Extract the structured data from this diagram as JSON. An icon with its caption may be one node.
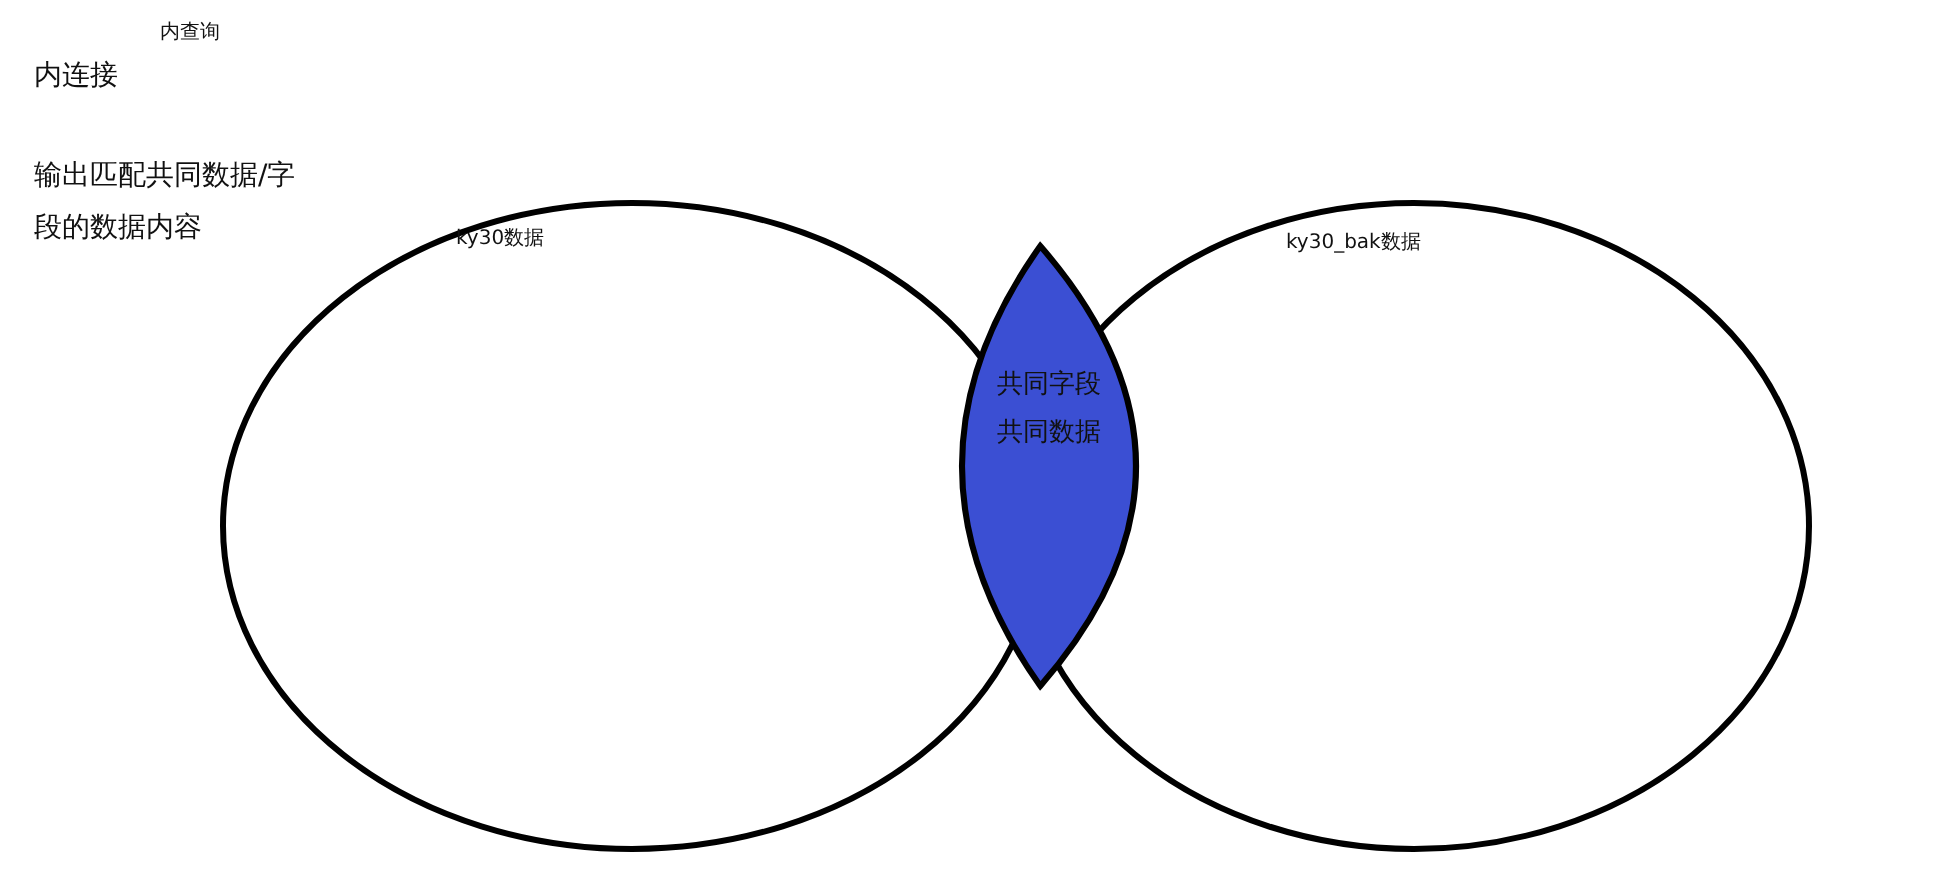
{
  "diagram": {
    "nodes": [
      {
        "text": [
          "ky30数据"
        ]
      },
      {
        "text": [
          "ky30_bak数据"
        ]
      },
      {
        "text": [
          "共同字段",
          "共同数据"
        ]
      }
    ],
    "edges": [],
    "labels": [
      "内查询",
      "内连接",
      "输出匹配共同数据/字段的数据内容"
    ]
  }
}
